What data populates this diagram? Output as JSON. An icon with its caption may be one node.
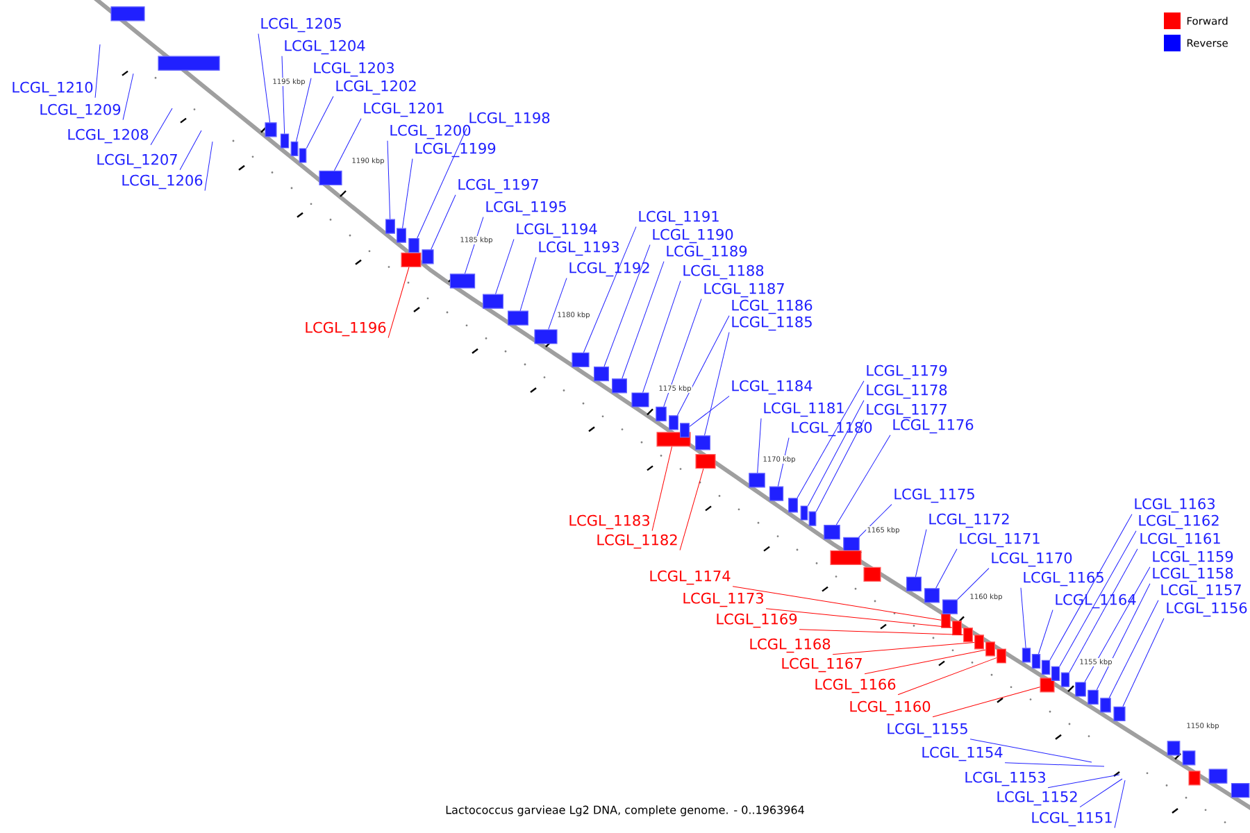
{
  "diagram": {
    "caption": "Lactococcus garvieae Lg2 DNA, complete genome. - 0..1963964",
    "nodes": [
      {
        "text": [
          "LCGL_1210"
        ]
      },
      {
        "text": [
          "LCGL_1209"
        ]
      },
      {
        "text": [
          "LCGL_1208"
        ]
      },
      {
        "text": [
          "LCGL_1207"
        ]
      },
      {
        "text": [
          "LCGL_1206"
        ]
      },
      {
        "text": [
          "LCGL_1205"
        ]
      },
      {
        "text": [
          "LCGL_1204"
        ]
      },
      {
        "text": [
          "LCGL_1203"
        ]
      },
      {
        "text": [
          "LCGL_1202"
        ]
      },
      {
        "text": [
          "LCGL_1201"
        ]
      },
      {
        "text": [
          "LCGL_1200"
        ]
      },
      {
        "text": [
          "LCGL_1199"
        ]
      },
      {
        "text": [
          "LCGL_1198"
        ]
      },
      {
        "text": [
          "LCGL_1197"
        ]
      },
      {
        "text": [
          "LCGL_1196"
        ]
      },
      {
        "text": [
          "LCGL_1195"
        ]
      },
      {
        "text": [
          "LCGL_1194"
        ]
      },
      {
        "text": [
          "LCGL_1193"
        ]
      },
      {
        "text": [
          "LCGL_1192"
        ]
      },
      {
        "text": [
          "LCGL_1191"
        ]
      },
      {
        "text": [
          "LCGL_1190"
        ]
      },
      {
        "text": [
          "LCGL_1189"
        ]
      },
      {
        "text": [
          "LCGL_1188"
        ]
      },
      {
        "text": [
          "LCGL_1187"
        ]
      },
      {
        "text": [
          "LCGL_1186"
        ]
      },
      {
        "text": [
          "LCGL_1185"
        ]
      },
      {
        "text": [
          "LCGL_1184"
        ]
      },
      {
        "text": [
          "LCGL_1183"
        ]
      },
      {
        "text": [
          "LCGL_1182"
        ]
      },
      {
        "text": [
          "LCGL_1181"
        ]
      },
      {
        "text": [
          "LCGL_1180"
        ]
      },
      {
        "text": [
          "LCGL_1179"
        ]
      },
      {
        "text": [
          "LCGL_1178"
        ]
      },
      {
        "text": [
          "LCGL_1177"
        ]
      },
      {
        "text": [
          "LCGL_1176"
        ]
      },
      {
        "text": [
          "LCGL_1175"
        ]
      },
      {
        "text": [
          "LCGL_1172"
        ]
      },
      {
        "text": [
          "LCGL_1171"
        ]
      },
      {
        "text": [
          "LCGL_1170"
        ]
      },
      {
        "text": [
          "LCGL_1165"
        ]
      },
      {
        "text": [
          "LCGL_1164"
        ]
      },
      {
        "text": [
          "LCGL_1163"
        ]
      },
      {
        "text": [
          "LCGL_1162"
        ]
      },
      {
        "text": [
          "LCGL_1161"
        ]
      },
      {
        "text": [
          "LCGL_1159"
        ]
      },
      {
        "text": [
          "LCGL_1158"
        ]
      },
      {
        "text": [
          "LCGL_1157"
        ]
      },
      {
        "text": [
          "LCGL_1156"
        ]
      },
      {
        "text": [
          "LCGL_1174"
        ]
      },
      {
        "text": [
          "LCGL_1173"
        ]
      },
      {
        "text": [
          "LCGL_1169"
        ]
      },
      {
        "text": [
          "LCGL_1168"
        ]
      },
      {
        "text": [
          "LCGL_1167"
        ]
      },
      {
        "text": [
          "LCGL_1166"
        ]
      },
      {
        "text": [
          "LCGL_1160"
        ]
      },
      {
        "text": [
          "LCGL_1155"
        ]
      },
      {
        "text": [
          "LCGL_1154"
        ]
      },
      {
        "text": [
          "LCGL_1153"
        ]
      },
      {
        "text": [
          "LCGL_1152"
        ]
      },
      {
        "text": [
          "LCGL_1151"
        ]
      },
      {
        "text": [],
        "shape": "box"
      },
      {
        "text": [],
        "shape": "box"
      },
      {
        "text": [],
        "shape": "box"
      },
      {
        "text": [],
        "shape": "box"
      },
      {
        "text": [],
        "shape": "box"
      },
      {
        "text": [],
        "shape": "box"
      },
      {
        "text": [],
        "shape": "box"
      },
      {
        "text": [],
        "shape": "box"
      },
      {
        "text": [],
        "shape": "box"
      },
      {
        "text": [],
        "shape": "box"
      },
      {
        "text": [],
        "shape": "box"
      },
      {
        "text": [],
        "shape": "box"
      },
      {
        "text": [],
        "shape": "box"
      },
      {
        "text": [],
        "shape": "box"
      },
      {
        "text": [],
        "shape": "box"
      },
      {
        "text": [],
        "shape": "box"
      },
      {
        "text": [],
        "shape": "box"
      },
      {
        "text": [],
        "shape": "box"
      },
      {
        "text": [],
        "shape": "box"
      },
      {
        "text": [],
        "shape": "box"
      },
      {
        "text": [],
        "shape": "box"
      },
      {
        "text": [],
        "shape": "box"
      },
      {
        "text": [],
        "shape": "box"
      },
      {
        "text": [],
        "shape": "box"
      },
      {
        "text": [],
        "shape": "box"
      },
      {
        "text": [],
        "shape": "box"
      },
      {
        "text": [],
        "shape": "box"
      },
      {
        "text": [],
        "shape": "box"
      },
      {
        "text": [],
        "shape": "box"
      },
      {
        "text": [],
        "shape": "box"
      },
      {
        "text": [],
        "shape": "box"
      },
      {
        "text": [],
        "shape": "box"
      },
      {
        "text": [],
        "shape": "box"
      },
      {
        "text": [],
        "shape": "box"
      },
      {
        "text": [],
        "shape": "box"
      },
      {
        "text": [],
        "shape": "box"
      },
      {
        "text": [],
        "shape": "box"
      },
      {
        "text": [],
        "shape": "box"
      },
      {
        "text": [],
        "shape": "box"
      },
      {
        "text": [],
        "shape": "box"
      },
      {
        "text": [],
        "shape": "box"
      },
      {
        "text": [],
        "shape": "box"
      },
      {
        "text": [],
        "shape": "box"
      },
      {
        "text": [],
        "shape": "box"
      },
      {
        "text": [],
        "shape": "box"
      },
      {
        "text": [],
        "shape": "box"
      },
      {
        "text": [],
        "shape": "box"
      },
      {
        "text": [],
        "shape": "box"
      },
      {
        "text": [],
        "shape": "box"
      },
      {
        "text": [],
        "shape": "box"
      },
      {
        "text": [],
        "shape": "box"
      },
      {
        "text": [],
        "shape": "box"
      },
      {
        "text": [],
        "shape": "box"
      },
      {
        "text": [],
        "shape": "box"
      },
      {
        "text": [],
        "shape": "box"
      },
      {
        "text": [],
        "shape": "box"
      },
      {
        "text": [],
        "shape": "box"
      },
      {
        "text": [],
        "shape": "box"
      },
      {
        "text": [],
        "shape": "box"
      }
    ],
    "edges": [
      {
        "from": 0,
        "to": null,
        "arrow": "none"
      },
      {
        "from": 1,
        "to": null,
        "arrow": "none"
      },
      {
        "from": 2,
        "to": null,
        "arrow": "none"
      },
      {
        "from": 3,
        "to": null,
        "arrow": "none"
      },
      {
        "from": 4,
        "to": null,
        "arrow": "none"
      },
      {
        "from": 5,
        "to": 62,
        "arrow": "none"
      },
      {
        "from": 6,
        "to": 63,
        "arrow": "none"
      },
      {
        "from": 7,
        "to": 64,
        "arrow": "none"
      },
      {
        "from": 8,
        "to": 65,
        "arrow": "none"
      },
      {
        "from": 9,
        "to": 66,
        "arrow": "none"
      },
      {
        "from": 10,
        "to": 67,
        "arrow": "none"
      },
      {
        "from": 11,
        "to": 68,
        "arrow": "none"
      },
      {
        "from": 12,
        "to": 70,
        "arrow": "none"
      },
      {
        "from": 13,
        "to": 71,
        "arrow": "none"
      },
      {
        "from": 14,
        "to": 69,
        "arrow": "none",
        "color": "#ff0000"
      },
      {
        "from": 15,
        "to": 72,
        "arrow": "none"
      },
      {
        "from": 16,
        "to": 73,
        "arrow": "none"
      },
      {
        "from": 17,
        "to": 74,
        "arrow": "none"
      },
      {
        "from": 18,
        "to": 75,
        "arrow": "none"
      },
      {
        "from": 19,
        "to": 76,
        "arrow": "none"
      },
      {
        "from": 20,
        "to": 77,
        "arrow": "none"
      },
      {
        "from": 21,
        "to": 78,
        "arrow": "none"
      },
      {
        "from": 22,
        "to": 79,
        "arrow": "none"
      },
      {
        "from": 23,
        "to": 80,
        "arrow": "none"
      },
      {
        "from": 24,
        "to": 82,
        "arrow": "none"
      },
      {
        "from": 25,
        "to": 85,
        "arrow": "none"
      },
      {
        "from": 26,
        "to": 83,
        "arrow": "none"
      },
      {
        "from": 27,
        "to": 81,
        "arrow": "none",
        "color": "#ff0000"
      },
      {
        "from": 28,
        "to": 84,
        "arrow": "none",
        "color": "#ff0000"
      },
      {
        "from": 29,
        "to": 86,
        "arrow": "none"
      },
      {
        "from": 30,
        "to": 87,
        "arrow": "none"
      },
      {
        "from": 31,
        "to": 88,
        "arrow": "none"
      },
      {
        "from": 32,
        "to": 89,
        "arrow": "none"
      },
      {
        "from": 33,
        "to": 90,
        "arrow": "none"
      },
      {
        "from": 34,
        "to": 91,
        "arrow": "none"
      },
      {
        "from": 35,
        "to": 92,
        "arrow": "none"
      },
      {
        "from": 36,
        "to": 95,
        "arrow": "none"
      },
      {
        "from": 37,
        "to": 96,
        "arrow": "none"
      },
      {
        "from": 38,
        "to": 98,
        "arrow": "none"
      },
      {
        "from": 39,
        "to": 104,
        "arrow": "none"
      },
      {
        "from": 40,
        "to": 105,
        "arrow": "none"
      },
      {
        "from": 41,
        "to": 106,
        "arrow": "none"
      },
      {
        "from": 42,
        "to": 108,
        "arrow": "none"
      },
      {
        "from": 43,
        "to": 109,
        "arrow": "none"
      },
      {
        "from": 44,
        "to": 110,
        "arrow": "none"
      },
      {
        "from": 45,
        "to": 111,
        "arrow": "none"
      },
      {
        "from": 46,
        "to": 112,
        "arrow": "none"
      },
      {
        "from": 47,
        "to": 113,
        "arrow": "none"
      },
      {
        "from": 48,
        "to": 97,
        "arrow": "none",
        "color": "#ff0000"
      },
      {
        "from": 49,
        "to": 99,
        "arrow": "none",
        "color": "#ff0000"
      },
      {
        "from": 50,
        "to": 100,
        "arrow": "none",
        "color": "#ff0000"
      },
      {
        "from": 51,
        "to": 101,
        "arrow": "none",
        "color": "#ff0000"
      },
      {
        "from": 52,
        "to": 102,
        "arrow": "none",
        "color": "#ff0000"
      },
      {
        "from": 53,
        "to": 103,
        "arrow": "none",
        "color": "#ff0000"
      },
      {
        "from": 54,
        "to": 107,
        "arrow": "none",
        "color": "#ff0000"
      },
      {
        "from": 55,
        "to": null,
        "arrow": "none"
      },
      {
        "from": 56,
        "to": null,
        "arrow": "none"
      },
      {
        "from": 57,
        "to": null,
        "arrow": "none"
      },
      {
        "from": 58,
        "to": null,
        "arrow": "none"
      },
      {
        "from": 59,
        "to": null,
        "arrow": "none"
      }
    ],
    "labels": [
      "1195 kbp",
      "1190 kbp",
      "1185 kbp",
      "1180 kbp",
      "1175 kbp",
      "1170 kbp",
      "1165 kbp",
      "1160 kbp",
      "1155 kbp",
      "1150 kbp"
    ],
    "legend": [
      {
        "text": "Forward",
        "color": "#ff0000"
      },
      {
        "text": "Reverse",
        "color": "#0000ff"
      }
    ]
  }
}
